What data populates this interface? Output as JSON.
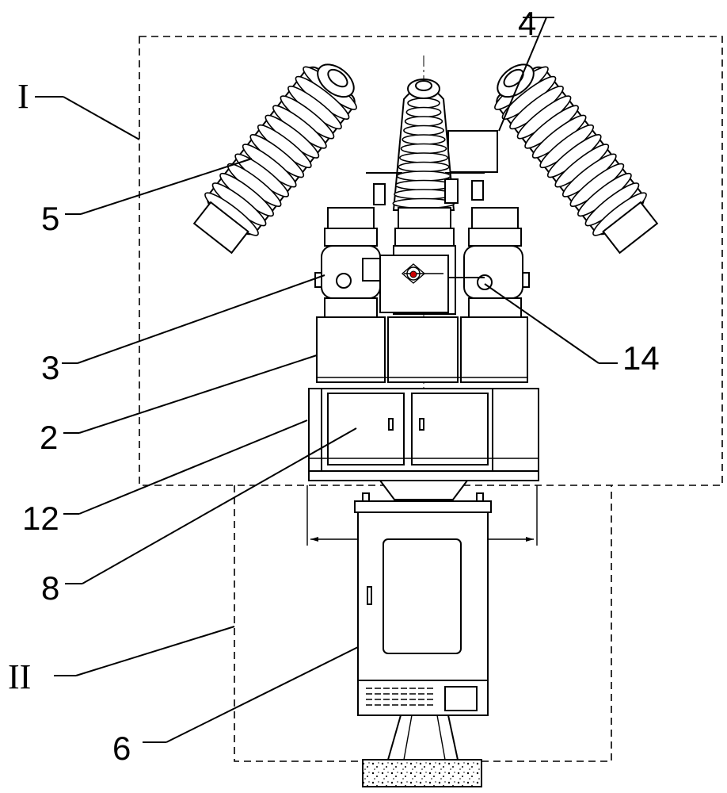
{
  "labels": {
    "region_one": "I",
    "region_two": "II",
    "part_2": "2",
    "part_3": "3",
    "part_4": "4",
    "part_5": "5",
    "part_6": "6",
    "part_8": "8",
    "part_12": "12",
    "part_14": "14"
  }
}
